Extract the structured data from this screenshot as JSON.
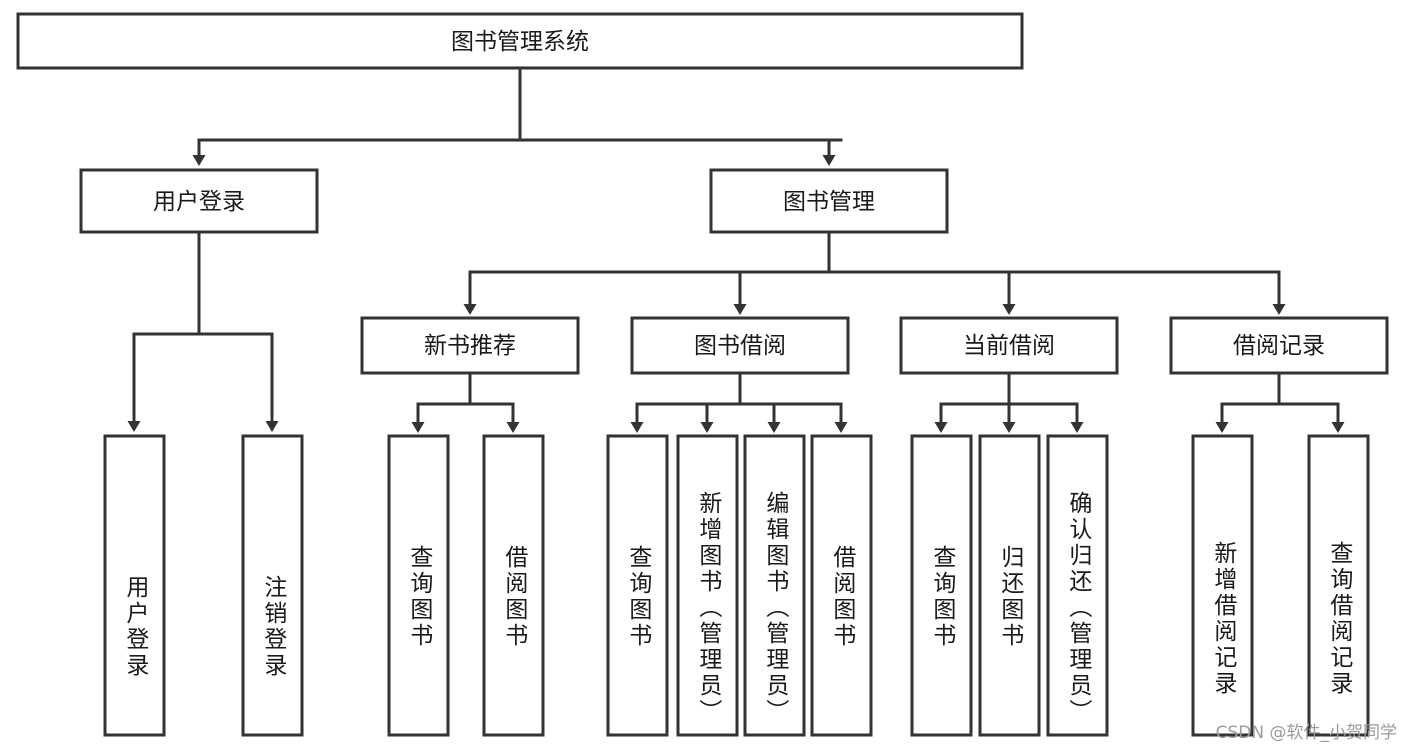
{
  "diagram": {
    "type": "hierarchy-tree",
    "title": "图书管理系统",
    "watermark": "CSDN @软件_小贺同学",
    "colors": {
      "stroke": "#333333",
      "fill": "#ffffff",
      "text": "#1a1a1a",
      "watermark": "#9b9b9b"
    },
    "root": {
      "label": "图书管理系统"
    },
    "level2": [
      {
        "label": "用户登录"
      },
      {
        "label": "图书管理"
      }
    ],
    "level3": [
      {
        "label": "新书推荐"
      },
      {
        "label": "图书借阅"
      },
      {
        "label": "当前借阅"
      },
      {
        "label": "借阅记录"
      }
    ],
    "leaves": {
      "user_login": [
        {
          "label": "用户登录"
        },
        {
          "label": "注销登录"
        }
      ],
      "new_book_recommend": [
        {
          "label": "查询图书"
        },
        {
          "label": "借阅图书"
        }
      ],
      "book_borrow": [
        {
          "label": "查询图书"
        },
        {
          "label": "新增图书（管理员）"
        },
        {
          "label": "编辑图书（管理员）"
        },
        {
          "label": "借阅图书"
        }
      ],
      "current_borrow": [
        {
          "label": "查询图书"
        },
        {
          "label": "归还图书"
        },
        {
          "label": "确认归还（管理员）"
        }
      ],
      "borrow_record": [
        {
          "label": "新增借阅记录"
        },
        {
          "label": "查询借阅记录"
        }
      ]
    }
  }
}
